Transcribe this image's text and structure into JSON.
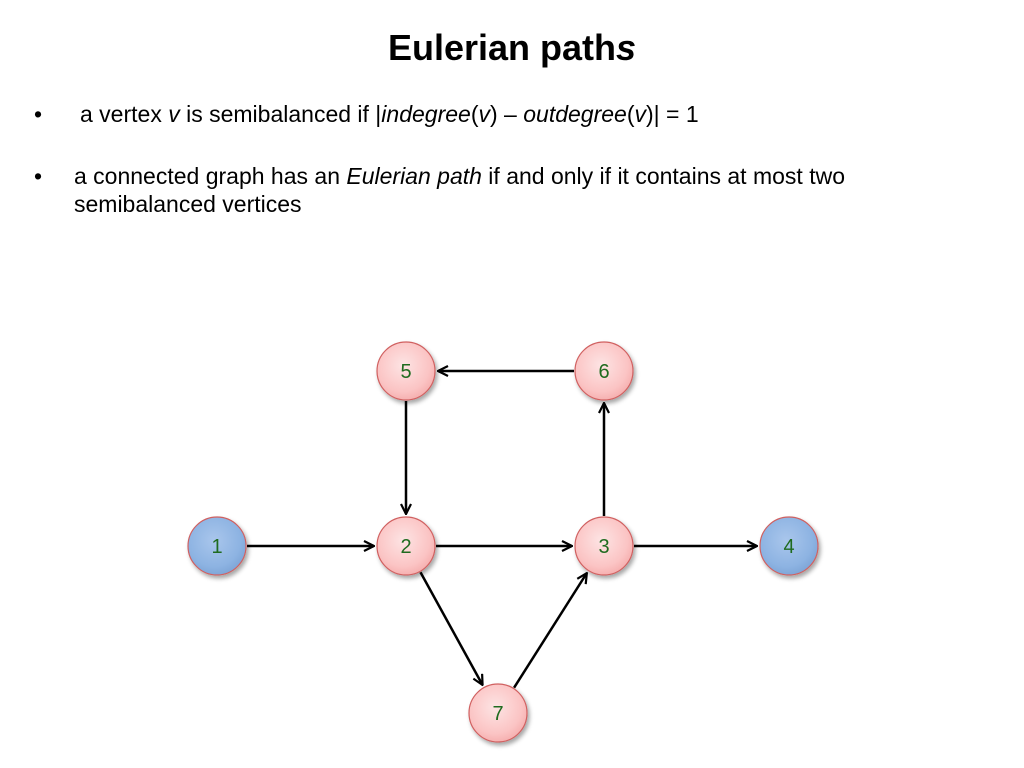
{
  "slide": {
    "title_main": "Eulerian path",
    "title_end": "s"
  },
  "bullets": [
    {
      "symbol": "•",
      "parts": {
        "p1": "a vertex ",
        "v1": "v",
        "p2": " is semibalanced if  |",
        "indegree": "indegree",
        "p3": "(",
        "v2": "v",
        "p4": ") – ",
        "outdegree": "outdegree",
        "p5": "(",
        "v3": "v",
        "p6": ")| = 1"
      }
    },
    {
      "symbol": "•",
      "parts": {
        "p1": "a connected graph has an ",
        "em": "Eulerian path",
        "p2": " if and only if it contains at most two semibalanced vertices"
      }
    }
  ],
  "graph": {
    "colors": {
      "balanced_fill": "#fbc4c4",
      "semibalanced_fill": "#8db3e2",
      "node_border": "#d06060",
      "label": "#1f6b1f",
      "edge": "#000000"
    },
    "nodes": [
      {
        "id": "1",
        "label": "1",
        "semibalanced": true
      },
      {
        "id": "2",
        "label": "2",
        "semibalanced": false
      },
      {
        "id": "3",
        "label": "3",
        "semibalanced": false
      },
      {
        "id": "4",
        "label": "4",
        "semibalanced": true
      },
      {
        "id": "5",
        "label": "5",
        "semibalanced": false
      },
      {
        "id": "6",
        "label": "6",
        "semibalanced": false
      },
      {
        "id": "7",
        "label": "7",
        "semibalanced": false
      }
    ],
    "edges": [
      {
        "from": "1",
        "to": "2"
      },
      {
        "from": "2",
        "to": "3"
      },
      {
        "from": "3",
        "to": "4"
      },
      {
        "from": "5",
        "to": "2"
      },
      {
        "from": "6",
        "to": "5"
      },
      {
        "from": "3",
        "to": "6"
      },
      {
        "from": "2",
        "to": "7"
      },
      {
        "from": "7",
        "to": "3"
      }
    ]
  }
}
